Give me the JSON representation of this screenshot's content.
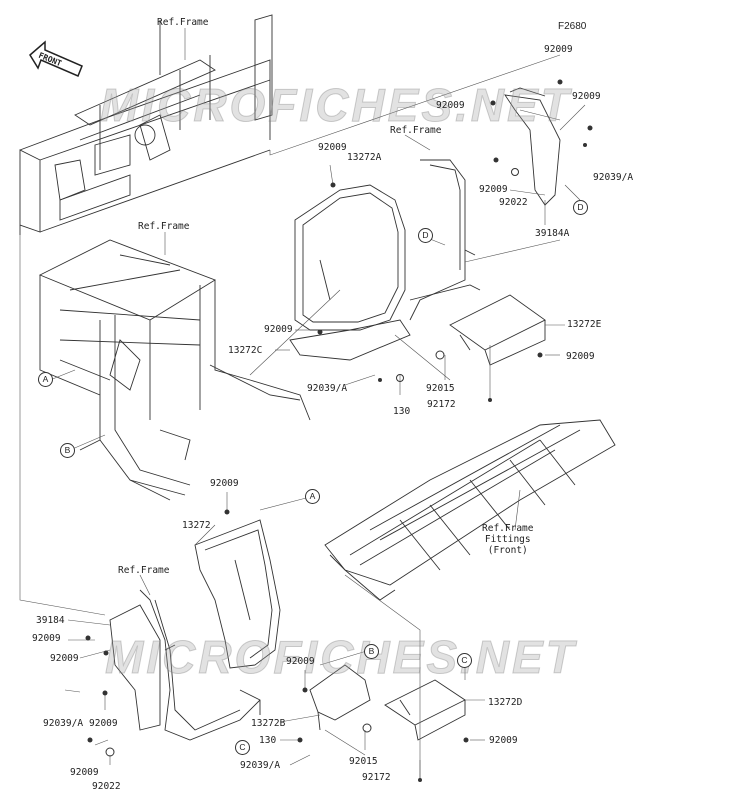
{
  "figure_number": "F2680",
  "watermark": "MICROFICHES.NET",
  "front_arrow_label": "FRONT",
  "ref_labels": {
    "frame_top": "Ref.Frame",
    "frame_mid": "Ref.Frame",
    "frame_right": "Ref.Frame",
    "frame_lower": "Ref.Frame",
    "frame_fittings": "Ref.Frame\nFittings\n(Front)"
  },
  "callouts": {
    "A": "A",
    "B": "B",
    "C": "C",
    "D": "D"
  },
  "parts": {
    "p92009_tr1": "92009",
    "p92009_tr2": "92009",
    "p92009_tr3": "92009",
    "p92009_tr4": "92009",
    "p92022_tr": "92022",
    "p92039A_tr": "92039/A",
    "p39184A": "39184A",
    "p92009_mid1": "92009",
    "p13272A": "13272A",
    "p92009_mid2": "92009",
    "p13272C": "13272C",
    "p92039A_mid": "92039/A",
    "p130_mid": "130",
    "p92015_mid": "92015",
    "p92172_mid": "92172",
    "p13272E": "13272E",
    "p92009_mid3": "92009",
    "p92009_low1": "92009",
    "p13272": "13272",
    "p39184": "39184",
    "p92009_low2": "92009",
    "p92009_low3": "92009",
    "p92039A_low": "92039/A",
    "p92009_low4": "92009",
    "p92009_low5": "92009",
    "p92022_low": "92022",
    "p92009_low6": "92009",
    "p13272B": "13272B",
    "p130_low": "130",
    "p92039A_low2": "92039/A",
    "p92015_low": "92015",
    "p92172_low": "92172",
    "p13272D": "13272D",
    "p92009_low7": "92009"
  }
}
